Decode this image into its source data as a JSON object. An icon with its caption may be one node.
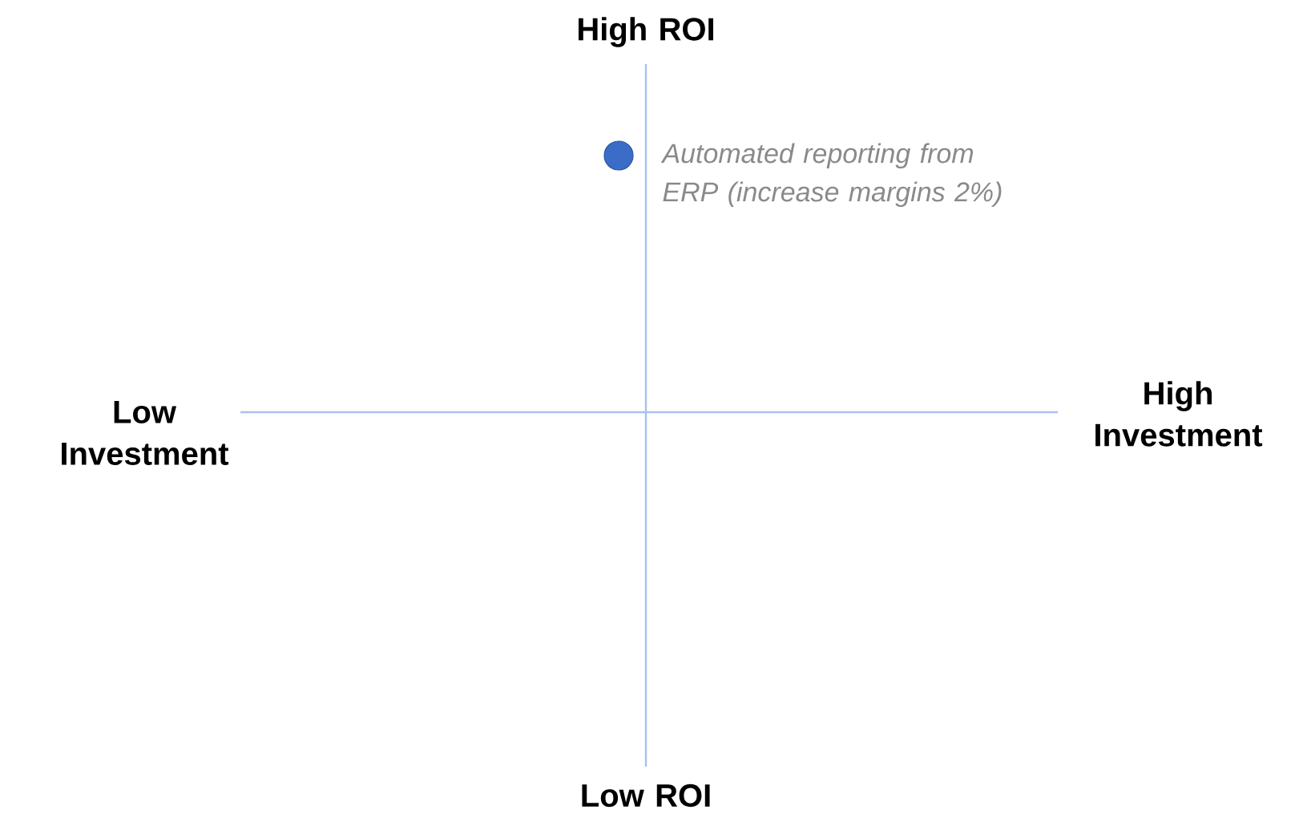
{
  "diagram": {
    "nodes": [
      {
        "text": [],
        "shape": "circle",
        "beside": [
          "Automated reporting from ERP (increase margins 2%)"
        ]
      }
    ],
    "labels": [
      "High ROI",
      "Low Investment",
      "High Investment",
      "Low ROI"
    ]
  }
}
